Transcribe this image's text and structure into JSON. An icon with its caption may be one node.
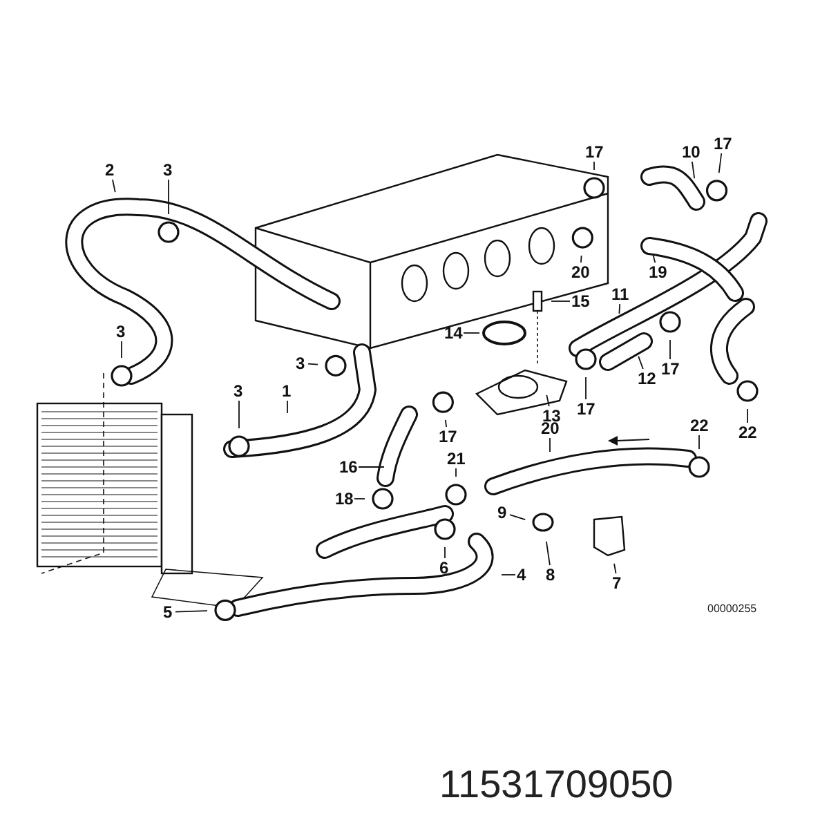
{
  "diagram": {
    "nodes": [
      {
        "text": [
          "2"
        ]
      },
      {
        "text": [
          "3"
        ]
      },
      {
        "text": [
          "17"
        ]
      },
      {
        "text": [
          "10"
        ]
      },
      {
        "text": [
          "17"
        ]
      },
      {
        "text": [
          "3"
        ]
      },
      {
        "text": [
          "14"
        ]
      },
      {
        "text": [
          "15"
        ]
      },
      {
        "text": [
          "11"
        ]
      },
      {
        "text": [
          "3"
        ]
      },
      {
        "text": [
          "20"
        ]
      },
      {
        "text": [
          "19"
        ]
      },
      {
        "text": [
          "12"
        ]
      },
      {
        "text": [
          "17"
        ]
      },
      {
        "text": [
          "3"
        ]
      },
      {
        "text": [
          "1"
        ]
      },
      {
        "text": [
          "13"
        ]
      },
      {
        "text": [
          "17"
        ]
      },
      {
        "text": [
          "22"
        ]
      },
      {
        "text": [
          "22"
        ]
      },
      {
        "text": [
          "17"
        ]
      },
      {
        "text": [
          "20"
        ]
      },
      {
        "text": [
          "16"
        ]
      },
      {
        "text": [
          "21"
        ]
      },
      {
        "text": [
          "18"
        ]
      },
      {
        "text": [
          "9"
        ]
      },
      {
        "text": [
          "6"
        ]
      },
      {
        "text": [
          "4"
        ]
      },
      {
        "text": [
          "8"
        ]
      },
      {
        "text": [
          "7"
        ]
      },
      {
        "text": [
          "5"
        ]
      }
    ],
    "edges": [
      {
        "from": 0,
        "to": null,
        "arrow": "none"
      },
      {
        "from": 1,
        "to": null,
        "arrow": "none"
      },
      {
        "from": 2,
        "to": null,
        "arrow": "none"
      },
      {
        "from": 3,
        "to": null,
        "arrow": "none"
      },
      {
        "from": 4,
        "to": null,
        "arrow": "none"
      },
      {
        "from": 5,
        "to": null,
        "arrow": "none"
      },
      {
        "from": 6,
        "to": null,
        "arrow": "none"
      },
      {
        "from": 7,
        "to": null,
        "arrow": "none"
      },
      {
        "from": 8,
        "to": null,
        "arrow": "none"
      },
      {
        "from": 9,
        "to": null,
        "arrow": "none"
      },
      {
        "from": 10,
        "to": null,
        "arrow": "none"
      },
      {
        "from": 11,
        "to": null,
        "arrow": "none"
      },
      {
        "from": 12,
        "to": null,
        "arrow": "none"
      },
      {
        "from": 13,
        "to": null,
        "arrow": "none"
      },
      {
        "from": 14,
        "to": null,
        "arrow": "none"
      },
      {
        "from": 15,
        "to": null,
        "arrow": "none"
      },
      {
        "from": 16,
        "to": null,
        "arrow": "none"
      },
      {
        "from": 17,
        "to": null,
        "arrow": "none"
      },
      {
        "from": 18,
        "to": null,
        "arrow": "none"
      },
      {
        "from": 19,
        "to": null,
        "arrow": "none"
      },
      {
        "from": 20,
        "to": null,
        "arrow": "none"
      },
      {
        "from": 21,
        "to": null,
        "arrow": "none"
      },
      {
        "from": 22,
        "to": null,
        "arrow": "none"
      },
      {
        "from": 23,
        "to": null,
        "arrow": "none"
      },
      {
        "from": 24,
        "to": null,
        "arrow": "none"
      },
      {
        "from": 25,
        "to": null,
        "arrow": "none"
      },
      {
        "from": 26,
        "to": null,
        "arrow": "none"
      },
      {
        "from": 27,
        "to": null,
        "arrow": "none"
      },
      {
        "from": 28,
        "to": null,
        "arrow": "none"
      },
      {
        "from": 29,
        "to": null,
        "arrow": "none"
      },
      {
        "from": 30,
        "to": null,
        "arrow": "none"
      }
    ],
    "labels": [
      "00000255",
      "11531709050"
    ]
  }
}
